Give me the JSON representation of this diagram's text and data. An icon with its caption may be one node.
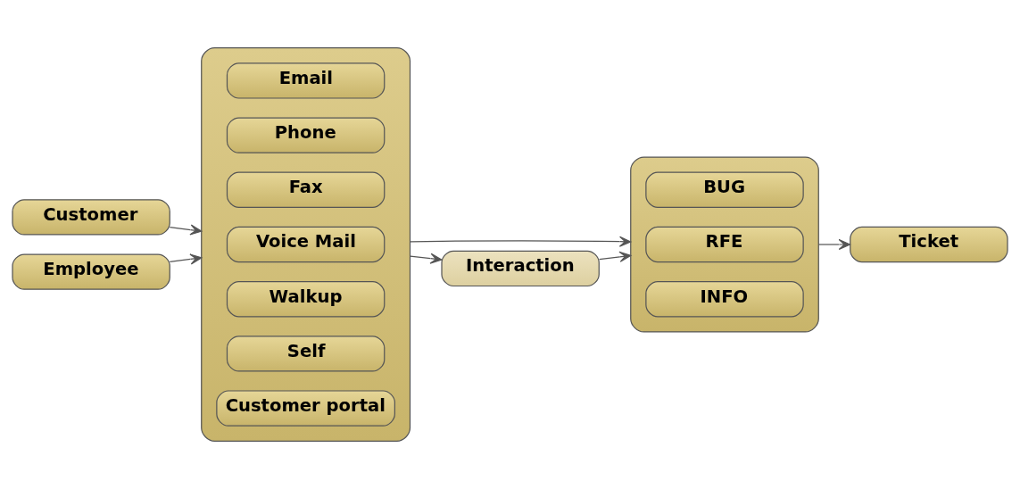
{
  "diagram": {
    "nodes": [
      {
        "text": [
          "Customer"
        ]
      },
      {
        "text": [
          "Employee"
        ]
      },
      {
        "text": [],
        "shape": "box"
      },
      {
        "text": [
          "Email"
        ],
        "in": 2
      },
      {
        "text": [
          "Phone"
        ],
        "in": 2
      },
      {
        "text": [
          "Fax"
        ],
        "in": 2
      },
      {
        "text": [
          "Voice Mail"
        ],
        "in": 2
      },
      {
        "text": [
          "Walkup"
        ],
        "in": 2
      },
      {
        "text": [
          "Self"
        ],
        "in": 2
      },
      {
        "text": [
          "Customer portal"
        ],
        "in": 2
      },
      {
        "text": [],
        "shape": "box"
      },
      {
        "text": [
          "BUG"
        ],
        "in": 10
      },
      {
        "text": [
          "RFE"
        ],
        "in": 10
      },
      {
        "text": [
          "INFO"
        ],
        "in": 10
      },
      {
        "text": [
          "Ticket"
        ]
      },
      {
        "text": [
          "Interaction"
        ]
      }
    ],
    "edges": [
      {
        "from": 0,
        "to": 2,
        "arrow": "to"
      },
      {
        "from": 1,
        "to": 2,
        "arrow": "to"
      },
      {
        "from": 2,
        "to": 10,
        "arrow": "to"
      },
      {
        "from": 10,
        "to": 14,
        "arrow": "to"
      },
      {
        "from": 2,
        "to": 15,
        "arrow": "to"
      },
      {
        "from": 15,
        "to": 10,
        "arrow": "to"
      }
    ]
  }
}
